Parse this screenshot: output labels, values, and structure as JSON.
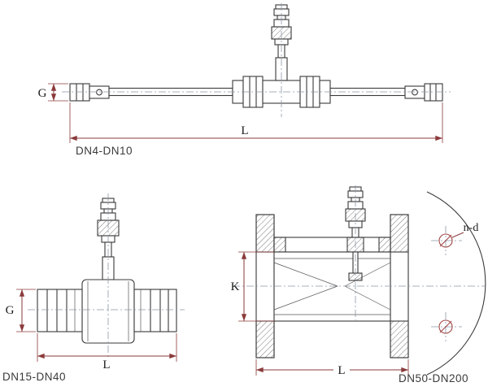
{
  "colors": {
    "drawing_line": "#3a3a3a",
    "dimension_line": "#8b3a3a",
    "centerline": "#8a97a8",
    "background": "#ffffff"
  },
  "views": {
    "top": {
      "label": "DN4-DN10",
      "dim_g": "G",
      "dim_l": "L"
    },
    "bottom_left": {
      "label": "DN15-DN40",
      "dim_g": "G",
      "dim_l": "L"
    },
    "bottom_right": {
      "label": "DN50-DN200",
      "dim_k": "K",
      "dim_l": "L",
      "dim_nd": "n-d"
    }
  }
}
